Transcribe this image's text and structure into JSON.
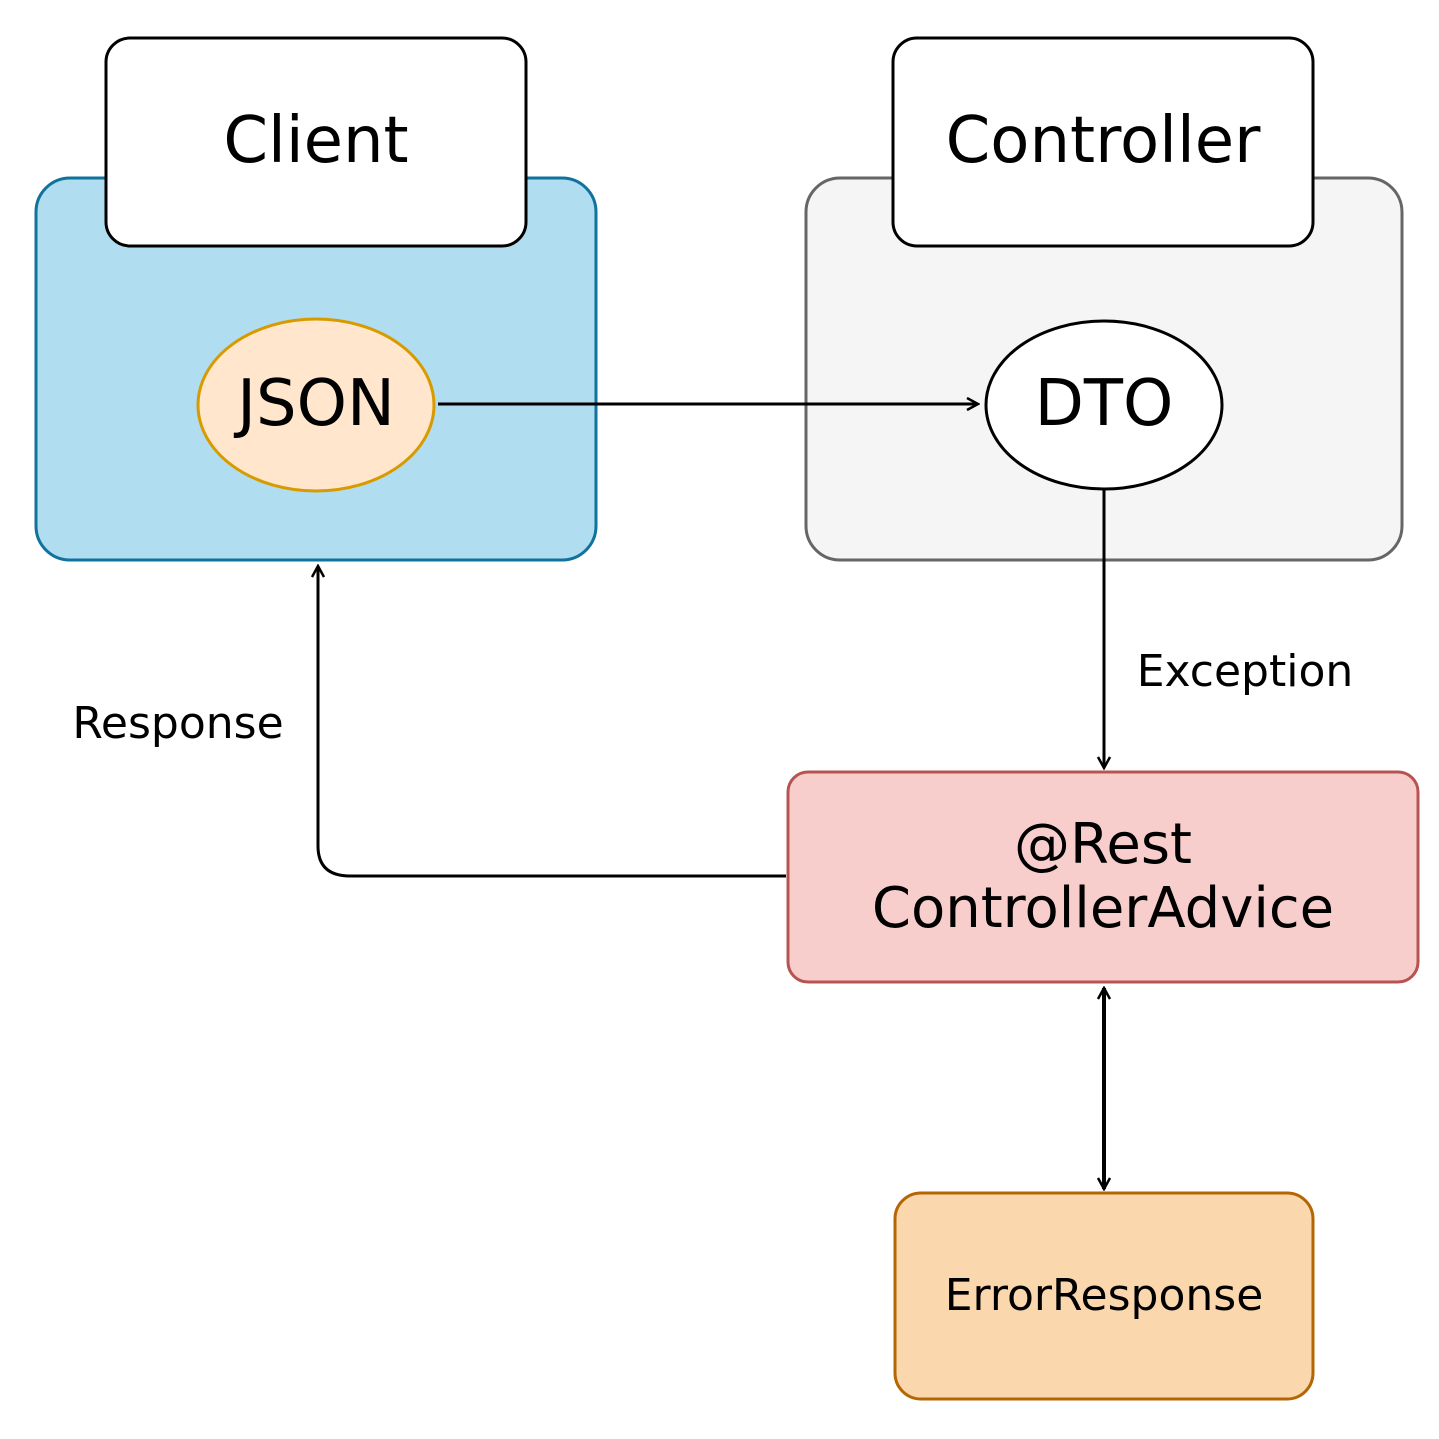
{
  "nodes": {
    "client_label": "Client",
    "controller_label": "Controller",
    "json_label": "JSON",
    "dto_label": "DTO",
    "advice_line1": "@Rest",
    "advice_line2": "ControllerAdvice",
    "error_response_label": "ErrorResponse"
  },
  "edges": {
    "exception_label": "Exception",
    "response_label": "Response"
  },
  "colors": {
    "client_fill": "#b1ddf0",
    "client_stroke": "#10739e",
    "controller_fill": "#f5f5f5",
    "controller_stroke": "#666666",
    "json_fill": "#ffe6cc",
    "json_stroke": "#d79b00",
    "advice_fill": "#f8cecc",
    "advice_stroke": "#b85450",
    "error_fill": "#fad7ac",
    "error_stroke": "#b46504",
    "line": "#000000"
  }
}
